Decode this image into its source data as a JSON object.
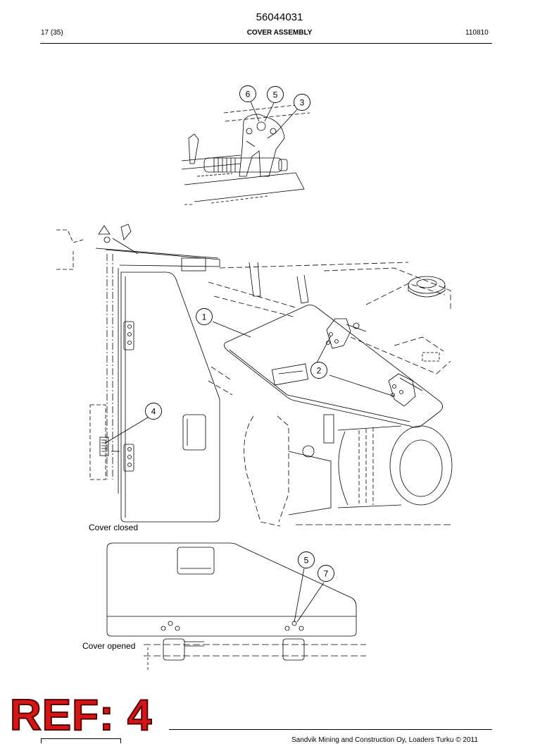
{
  "header": {
    "doc_number": "56044031",
    "page": "17 (35)",
    "title": "COVER ASSEMBLY",
    "date": "110810"
  },
  "callouts": [
    "6",
    "5",
    "3",
    "1",
    "2",
    "4",
    "5",
    "7"
  ],
  "captions": {
    "closed": "Cover closed",
    "opened": "Cover opened"
  },
  "footer": {
    "copyright": "Sandvik Mining and Construction Oy, Loaders Turku © 2011"
  },
  "stamp": {
    "text": "REF: 4",
    "color": "#d31616"
  }
}
